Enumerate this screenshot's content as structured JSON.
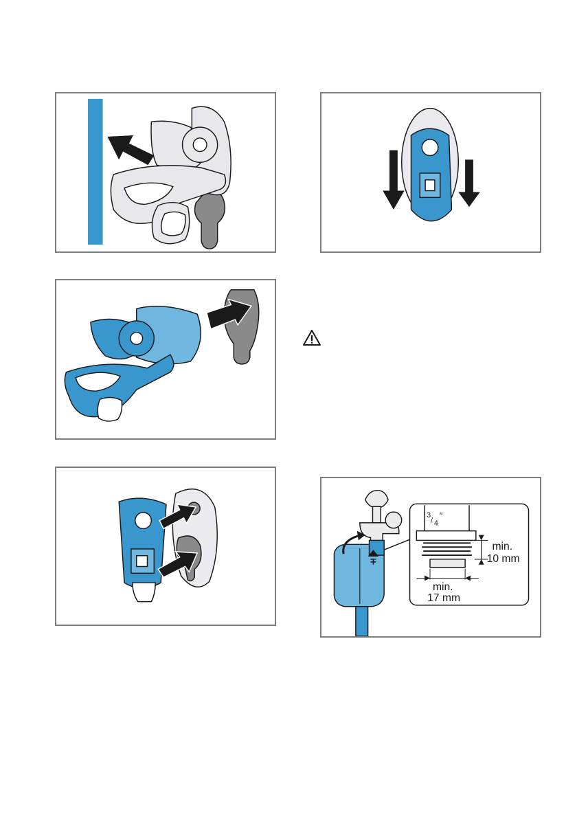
{
  "figures": [
    {
      "id": "figure-remove-bracket",
      "icon": "arrow-left-icon"
    },
    {
      "id": "figure-press-down",
      "icon": "arrow-down-icon"
    },
    {
      "id": "figure-insert-hook",
      "icon": "arrow-right-icon"
    },
    {
      "id": "figure-attach-plate",
      "icon": "arrow-right-icon"
    },
    {
      "id": "figure-tap-connection",
      "thread_size": "3/4\"",
      "thread_size_num": "3",
      "thread_size_den": "4",
      "thread_size_mark": "″",
      "min_depth_line1": "min.",
      "min_depth_line2": "10 mm",
      "min_width_line1": "min.",
      "min_width_line2": "17 mm"
    }
  ],
  "warning_icon": "warning-triangle-icon",
  "colors": {
    "accent_blue": "#3a97cd",
    "light_blue": "#6fb7df",
    "gray_part": "#8a8a8a",
    "border": "#7d7d7d",
    "outline": "#1a1a1a"
  }
}
